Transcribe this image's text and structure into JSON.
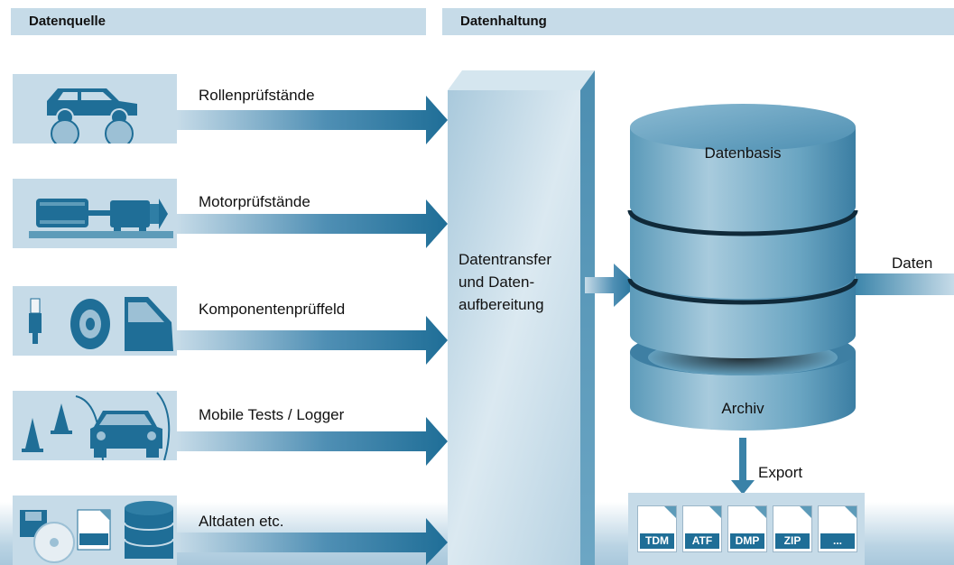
{
  "headers": {
    "left": "Datenquelle",
    "right": "Datenhaltung"
  },
  "sources": [
    {
      "label": "Rollenprüfstände",
      "icon": "car-on-roller-dyno-icon"
    },
    {
      "label": "Motorprüfstände",
      "icon": "engine-test-bench-icon"
    },
    {
      "label": "Komponentenprüffeld",
      "icon": "components-spark-plug-wheel-door-icon"
    },
    {
      "label": "Mobile Tests / Logger",
      "icon": "car-on-road-with-cones-icon"
    },
    {
      "label": "Altdaten etc.",
      "icon": "legacy-media-disk-file-database-icon"
    }
  ],
  "processing": {
    "lines": [
      "Datentransfer",
      "und Daten-",
      "aufbereitung"
    ]
  },
  "database": {
    "top_label": "Datenbasis",
    "bottom_label": "Archiv"
  },
  "output": {
    "label": "Daten"
  },
  "export": {
    "label": "Export",
    "formats": [
      "TDM",
      "ATF",
      "DMP",
      "ZIP",
      "..."
    ]
  },
  "colors": {
    "header_bg": "#c6dbe8",
    "arrow_dark": "#1f6e97",
    "arrow_light": "#c6dbe8",
    "db_body": "#4f93b3"
  }
}
